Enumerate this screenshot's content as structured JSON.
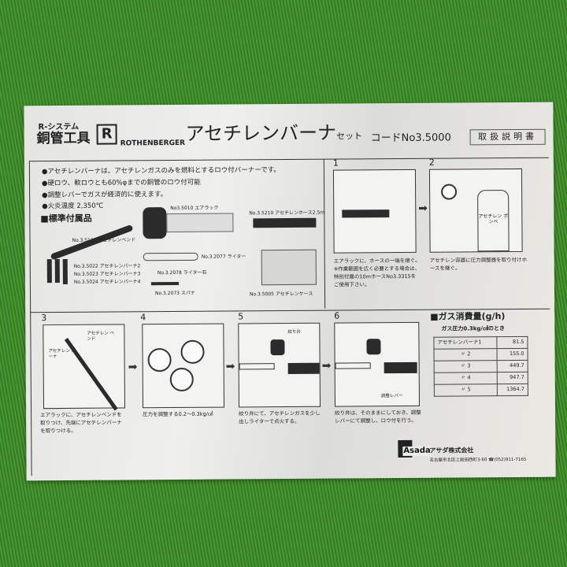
{
  "header": {
    "logo_small": "R-システム",
    "logo_big": "銅管工具",
    "logo_mark": "R",
    "brand": "ROTHENBERGER",
    "title": "アセチレンバーナ",
    "title_suffix": "セット",
    "code": "コードNo3.5000",
    "manual": "取扱説明書"
  },
  "intro": [
    "●アセチレンバーナは、アセチレンガスのみを燃料とするロウ付バーナーです。",
    "●硬ロウ、軟ロウとも60%φまでの銅管のロウ付可能",
    "●調整レバーでガスが経済的に使えます。",
    "●火炎温度 2,350℃"
  ],
  "accessories": {
    "heading": "■標準付属品",
    "items": [
      "No3.5010 エアラック",
      "No.3.5210 アセチレンホース2.5m",
      "No.3.5110 アセチレンベンド",
      "No.3.2077 ライター",
      "No.3.5022 アセチレンバーナ2",
      "No.3.5023 アセチレンバーナ3",
      "No.3.5024 アセチレンバーナ4",
      "No.3.2078 ライター石",
      "No.3.2073 スパナ",
      "No.3.5005 アセチレンケース"
    ]
  },
  "steps": [
    {
      "num": "1",
      "caption": "エアラックに、ホースの一端を継ぐ。 ※作業範囲を広く必要とする場合は、特別付属の10mホースNo3.3315をご使用下さい。"
    },
    {
      "num": "2",
      "label": "アセチレン ボンベ",
      "caption": "アセチレン容器に圧力調整器を取り付けホースを継ぐ。"
    },
    {
      "num": "3",
      "label1": "アセチレン ベンド",
      "label2": "アセチレン バーナ",
      "caption": "エアラックに、アセチレンベンドを取りつけ、先端にアセチレンバーナを取りつける。"
    },
    {
      "num": "4",
      "caption": "圧力を調整する0.2〜0.3kg/㎠"
    },
    {
      "num": "5",
      "label": "絞り弁",
      "caption": "絞り弁にて、アセチレンガスを少し出しライターで点火する。"
    },
    {
      "num": "6",
      "label": "調整レバー",
      "caption": "絞り弁は、そのままにしておき、調整レバーにて調整し、ロウ付を行う。"
    }
  ],
  "consumption": {
    "heading": "■ガス消費量(g/h)",
    "subheading": "ガス圧力0.3kg/㎠のとき",
    "rows": [
      [
        "アセチレンバーナ1",
        "81.5"
      ],
      [
        "〃 2",
        "155.0"
      ],
      [
        "〃 3",
        "449.7"
      ],
      [
        "〃 4",
        "947.7"
      ],
      [
        "〃 5",
        "1364.7"
      ]
    ]
  },
  "footer": {
    "brand": "Asada",
    "company": "アサダ株式会社",
    "address": "名古屋市北区上飯田西町3-60 ☎(052)911-7165"
  }
}
